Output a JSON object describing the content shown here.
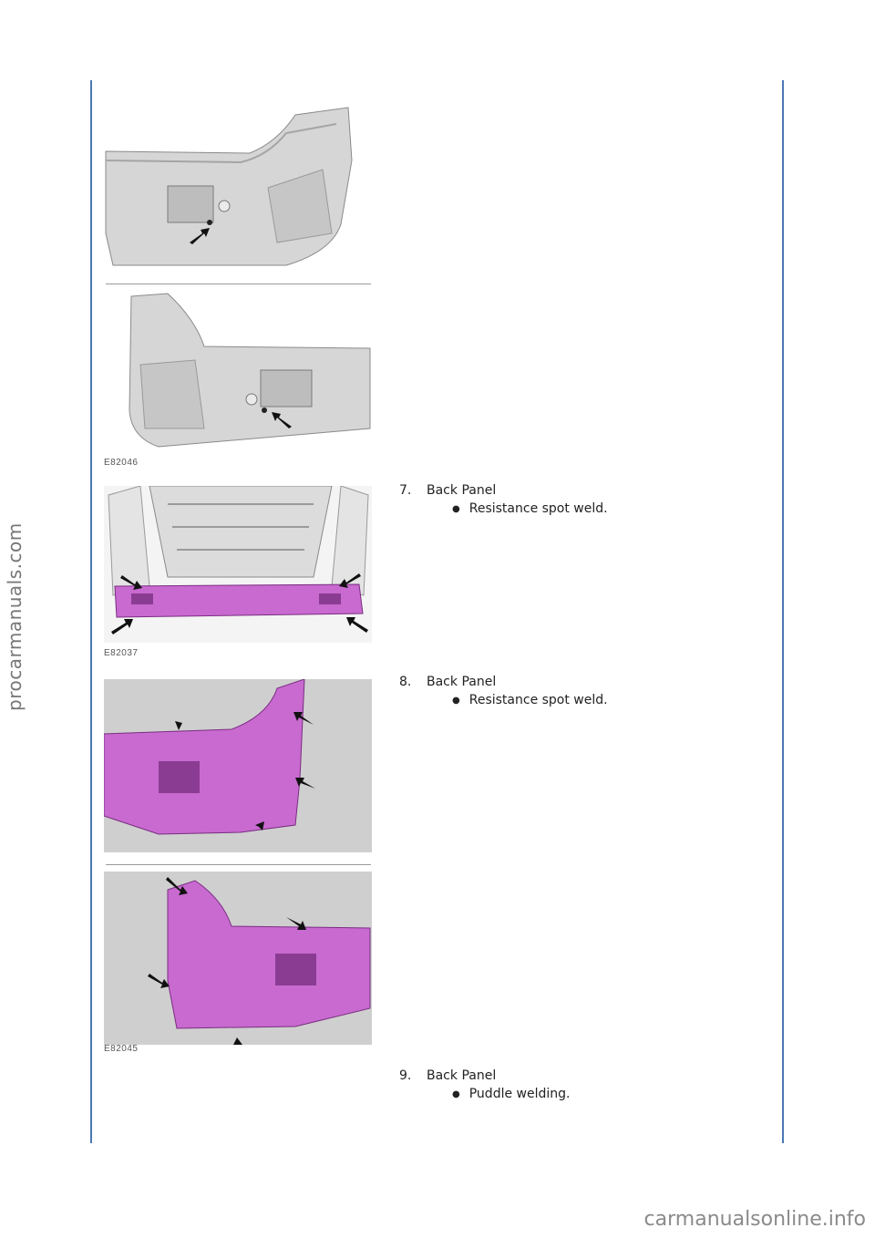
{
  "watermark_left": "procarmanuals.com",
  "watermark_bottom": "carmanualsonline.info",
  "figures": [
    {
      "code": "E82046"
    },
    {
      "code": "E82037"
    },
    {
      "code": "E82045"
    }
  ],
  "steps": [
    {
      "num": "7.",
      "title": "Back Panel",
      "bullet": "Resistance spot weld."
    },
    {
      "num": "8.",
      "title": "Back Panel",
      "bullet": "Resistance spot weld."
    },
    {
      "num": "9.",
      "title": "Back Panel",
      "bullet": "Puddle welding."
    }
  ],
  "colors": {
    "weld_panel": "#c86ad0",
    "rule": "#4a78b5",
    "metal": "#d4d4d4"
  }
}
